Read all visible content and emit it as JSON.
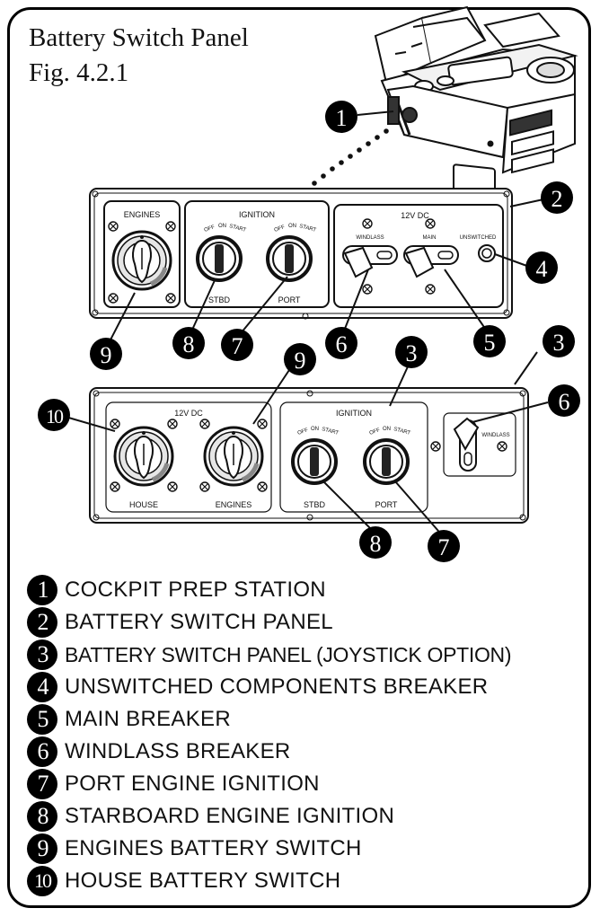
{
  "title": "Battery Switch Panel",
  "figure": "Fig. 4.2.1",
  "panel_top": {
    "engines": "ENGINES",
    "ignition": "IGNITION",
    "dc": "12V DC",
    "windlass": "WINDLASS",
    "main": "MAIN",
    "unswitched": "UNSWITCHED",
    "stbd": "STBD",
    "port": "PORT",
    "off": "OFF",
    "on": "ON",
    "start": "START"
  },
  "panel_bottom": {
    "dc": "12V DC",
    "house": "HOUSE",
    "engines": "ENGINES",
    "ignition": "IGNITION",
    "stbd": "STBD",
    "port": "PORT",
    "windlass": "WINDLASS",
    "off": "OFF",
    "on": "ON",
    "start": "START"
  },
  "callouts": [
    "1",
    "2",
    "9",
    "8",
    "7",
    "6",
    "5",
    "4",
    "3",
    "9",
    "3",
    "10",
    "6",
    "8",
    "7"
  ],
  "legend": [
    {
      "num": "1",
      "text": "COCKPIT PREP STATION"
    },
    {
      "num": "2",
      "text": "BATTERY SWITCH PANEL"
    },
    {
      "num": "3",
      "text": "BATTERY SWITCH PANEL (JOYSTICK OPTION)"
    },
    {
      "num": "4",
      "text": "UNSWITCHED COMPONENTS BREAKER"
    },
    {
      "num": "5",
      "text": "MAIN BREAKER"
    },
    {
      "num": "6",
      "text": "WINDLASS BREAKER"
    },
    {
      "num": "7",
      "text": "PORT ENGINE IGNITION"
    },
    {
      "num": "8",
      "text": "STARBOARD ENGINE IGNITION"
    },
    {
      "num": "9",
      "text": "ENGINES BATTERY SWITCH"
    },
    {
      "num": "10",
      "text": "HOUSE BATTERY SWITCH"
    }
  ]
}
